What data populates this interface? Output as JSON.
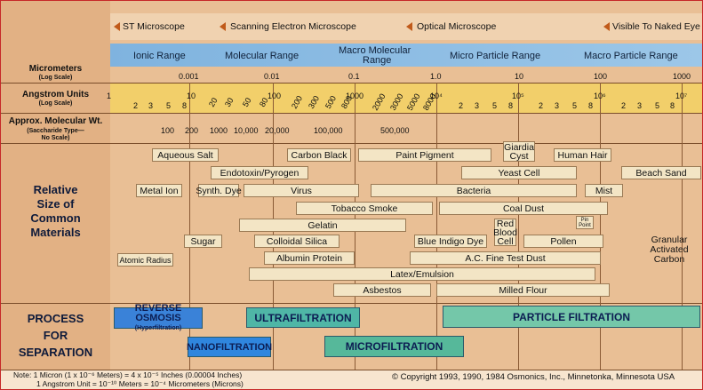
{
  "header": {
    "st": "ST Microscope",
    "sem": "Scanning Electron Microscope",
    "optical": "Optical Microscope",
    "naked": "Visible To Naked Eye"
  },
  "ranges": {
    "ionic": "Ionic Range",
    "molecular": "Molecular Range",
    "macro_molecular_1": "Macro Molecular",
    "macro_molecular_2": "Range",
    "micro_particle": "Micro Particle Range",
    "macro_particle": "Macro Particle Range"
  },
  "labels": {
    "micrometers": "Micrometers",
    "micrometers_scale": "(Log Scale)",
    "angstrom": "Angstrom Units",
    "angstrom_scale": "(Log Scale)",
    "mol_wt": "Approx. Molecular Wt.",
    "mol_wt_sub1": "(Saccharide Type—",
    "mol_wt_sub2": "No Scale)",
    "relative_1": "Relative",
    "relative_2": "Size of",
    "relative_3": "Common",
    "relative_4": "Materials",
    "process_1": "PROCESS",
    "process_2": "FOR",
    "process_3": "SEPARATION"
  },
  "micrometer_ticks": [
    "0.001",
    "0.01",
    "0.1",
    "1.0",
    "10",
    "100",
    "1000"
  ],
  "angstrom_major": [
    "1",
    "10",
    "100",
    "1000",
    "10⁴",
    "10⁵",
    "10⁶",
    "10⁷"
  ],
  "angstrom_minor_small": [
    "2",
    "3",
    "5",
    "8",
    "2",
    "3",
    "5",
    "8",
    "2",
    "3",
    "5",
    "8",
    "2",
    "3",
    "5",
    "8"
  ],
  "angstrom_minor_big": [
    "2000",
    "3000",
    "5000",
    "8000"
  ],
  "mol_weights": [
    "100",
    "200",
    "1000",
    "10,000",
    "20,000",
    "100,000",
    "500,000"
  ],
  "materials": {
    "aqueous_salt": "Aqueous Salt",
    "carbon_black": "Carbon Black",
    "paint_pigment": "Paint Pigment",
    "giardia_1": "Giardia",
    "giardia_2": "Cyst",
    "human_hair": "Human Hair",
    "endotoxin": "Endotoxin/Pyrogen",
    "yeast_cell": "Yeast Cell",
    "beach_sand": "Beach Sand",
    "metal_ion": "Metal Ion",
    "synth_dye": "Synth. Dye",
    "virus": "Virus",
    "bacteria": "Bacteria",
    "mist": "Mist",
    "tobacco_smoke": "Tobacco Smoke",
    "coal_dust": "Coal Dust",
    "gelatin": "Gelatin",
    "red_1": "Red",
    "red_2": "Blood",
    "red_3": "Cell",
    "pin_1": "Pin",
    "pin_2": "Point",
    "sugar": "Sugar",
    "colloidal_silica": "Colloidal Silica",
    "blue_indigo": "Blue Indigo Dye",
    "pollen": "Pollen",
    "granular_1": "Granular",
    "granular_2": "Activated",
    "granular_3": "Carbon",
    "atomic_radius": "Atomic Radius",
    "albumin": "Albumin Protein",
    "ac_dust": "A.C. Fine Test Dust",
    "latex": "Latex/Emulsion",
    "asbestos": "Asbestos",
    "milled_flour": "Milled Flour"
  },
  "processes": {
    "ro": "REVERSE OSMOSIS",
    "ro_sub": "(Hyperfiltration)",
    "uf": "ULTRAFILTRATION",
    "pf": "PARTICLE FILTRATION",
    "nf": "NANOFILTRATION",
    "mf": "MICROFILTRATION"
  },
  "colors": {
    "ro": "#3a82d8",
    "uf": "#4fb6a6",
    "pf": "#74c7a9",
    "nf": "#2f86de",
    "mf": "#56b89a"
  },
  "footer": {
    "note1": "Note: 1 Micron (1 x 10⁻⁶ Meters) = 4 x 10⁻⁵ Inches (0.00004 Inches)",
    "note2": "1 Angstrom Unit = 10⁻¹⁰ Meters = 10⁻⁴ Micrometers (Microns)",
    "copyright": "© Copyright 1993, 1990, 1984 Osmonics, Inc., Minnetonka, Minnesota USA"
  }
}
